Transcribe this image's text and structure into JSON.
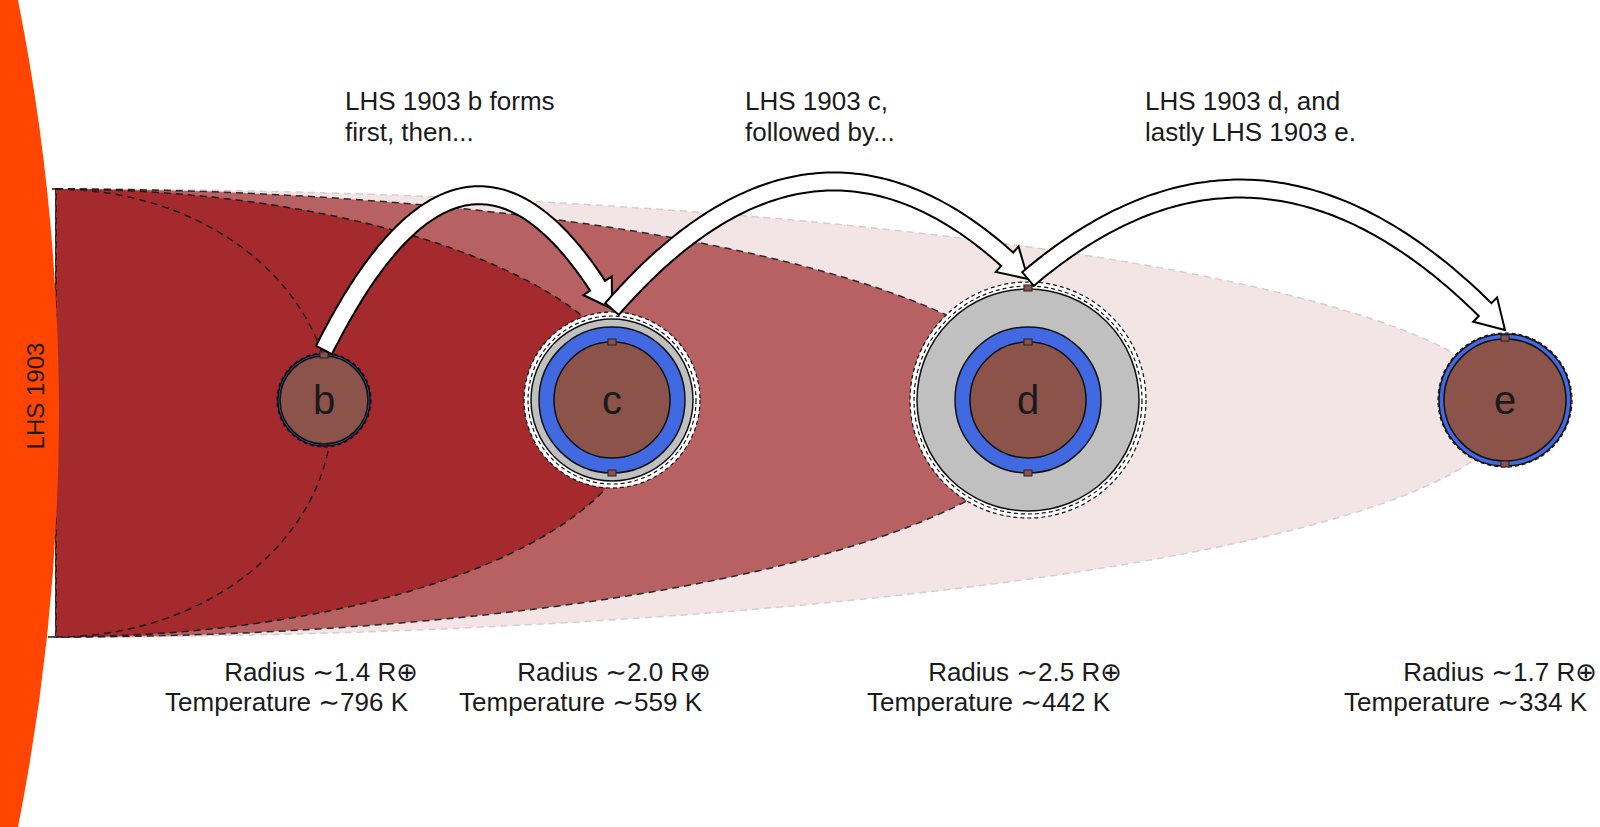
{
  "diagram": {
    "nodes": [
      {
        "text": [
          "LHS 1903"
        ]
      },
      {
        "text": [
          "b"
        ]
      },
      {
        "text": [
          "c"
        ]
      },
      {
        "text": [
          "d"
        ]
      },
      {
        "text": [
          "e"
        ]
      }
    ],
    "edges": [
      {
        "from": 1,
        "to": 2,
        "arrow": "to",
        "label": "LHS 1903 b forms first, then..."
      },
      {
        "from": 2,
        "to": 3,
        "arrow": "to",
        "label": "LHS 1903 c, followed by..."
      },
      {
        "from": 3,
        "to": 4,
        "arrow": "to",
        "label": "LHS 1903 d, and lastly LHS 1903 e."
      }
    ],
    "labels": [
      "Radius ∼1.4 R⊕",
      "Temperature ∼796 K",
      "Radius ∼2.0 R⊕",
      "Temperature ∼559 K",
      "Radius ∼2.5 R⊕",
      "Temperature ∼442 K",
      "Radius ∼1.7 R⊕",
      "Temperature ∼334 K"
    ]
  }
}
